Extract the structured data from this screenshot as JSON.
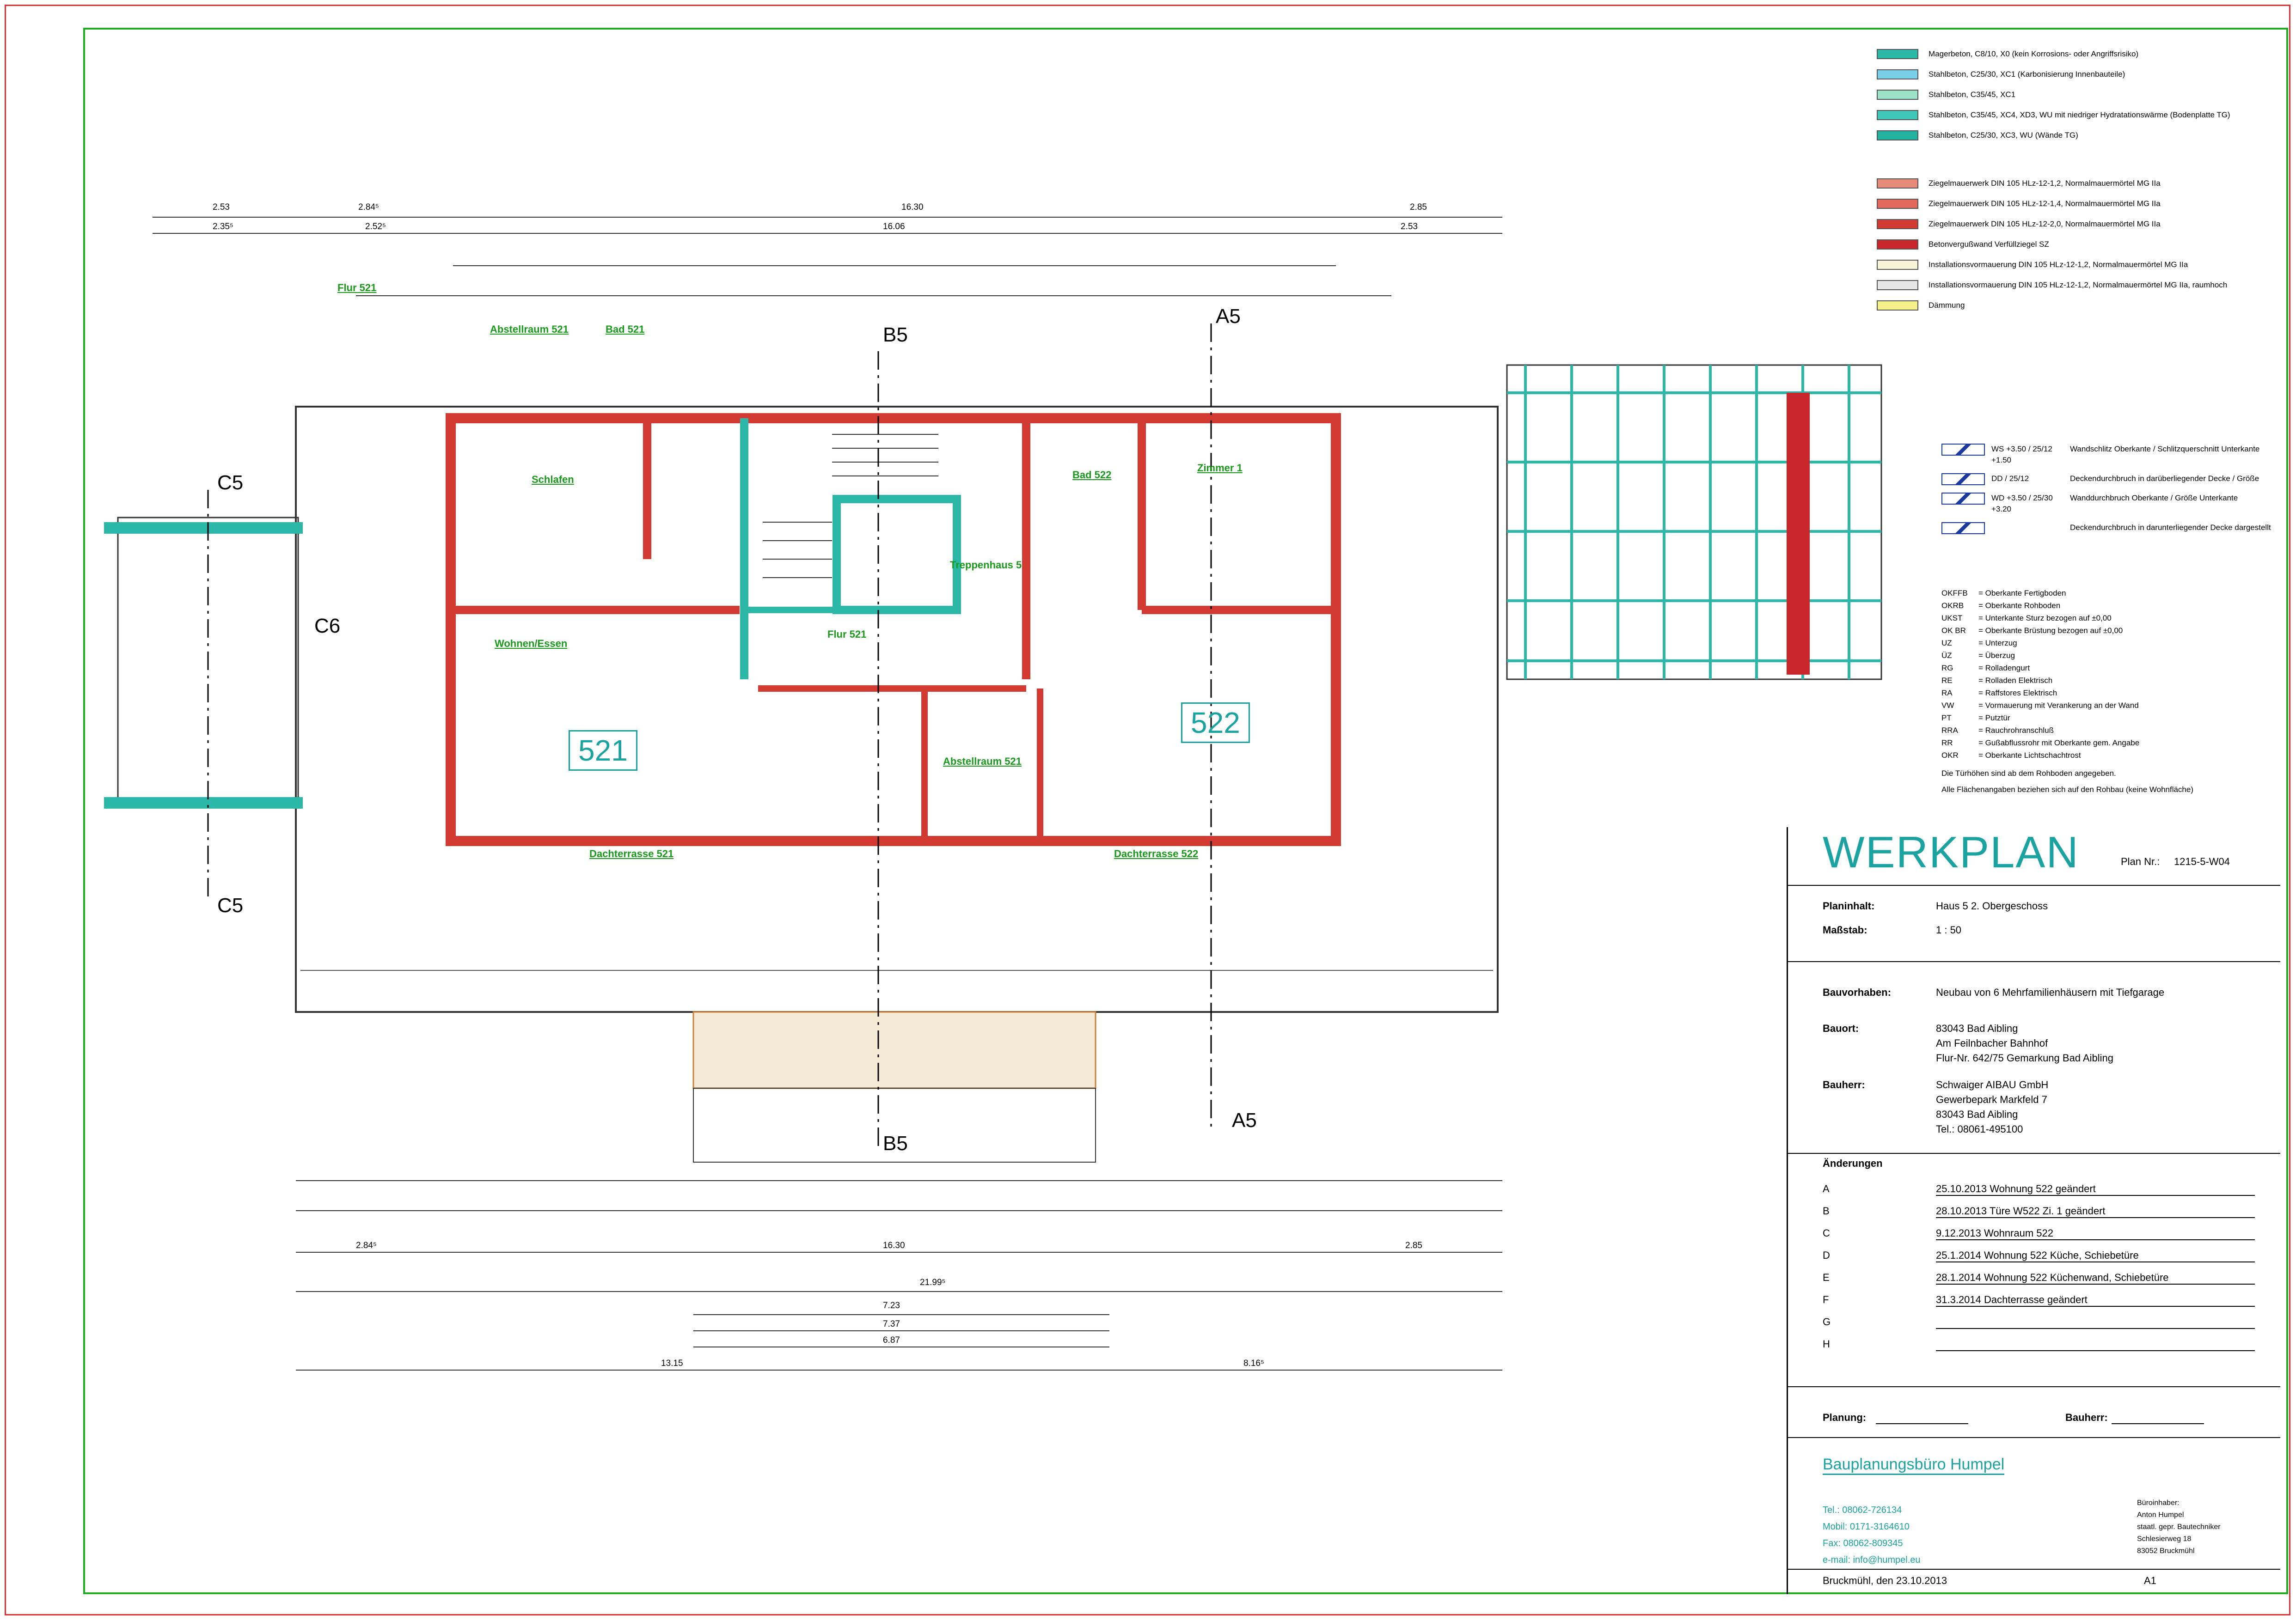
{
  "legend": {
    "materials": [
      {
        "label": "Magerbeton, C8/10, X0 (kein Korrosions- oder Angriffsrisiko)",
        "color": "#2cb8a8"
      },
      {
        "label": "Stahlbeton, C25/30, XC1 (Karbonisierung Innenbauteile)",
        "color": "#7ad0e8"
      },
      {
        "label": "Stahlbeton, C35/45, XC1",
        "color": "#9be3c8"
      },
      {
        "label": "Stahlbeton, C35/45, XC4, XD3, WU mit niedriger Hydratationswärme (Bodenplatte TG)",
        "color": "#3fc6b8"
      },
      {
        "label": "Stahlbeton, C25/30, XC3, WU (Wände TG)",
        "color": "#22b3a0"
      },
      {
        "label": "Ziegelmauerwerk DIN 105 HLz-12-1,2, Normalmauermörtel MG IIa",
        "color": "#e88a7a"
      },
      {
        "label": "Ziegelmauerwerk DIN 105 HLz-12-1,4, Normalmauermörtel MG IIa",
        "color": "#e36a5a"
      },
      {
        "label": "Ziegelmauerwerk DIN 105 HLz-12-2,0, Normalmauermörtel MG IIa",
        "color": "#d33a32"
      },
      {
        "label": "Betonvergußwand Verfüllziegel SZ",
        "color": "#c8262a"
      },
      {
        "label": "Installationsvormauerung DIN 105 HLz-12-1,2, Normalmauermörtel MG IIa",
        "color": "#f8f3d8"
      },
      {
        "label": "Installationsvormauerung DIN 105 HLz-12-1,2, Normalmauermörtel MG IIa, raumhoch",
        "color": "#e6e6e6"
      },
      {
        "label": "Dämmung",
        "color": "#f6f08a"
      }
    ],
    "openings": [
      {
        "code": "WS +3.50 / 25/12 +1.50",
        "text": "Wandschlitz Oberkante / Schlitzquerschnitt Unterkante"
      },
      {
        "code": "DD / 25/12",
        "text": "Deckendurchbruch in darüberliegender Decke / Größe"
      },
      {
        "code": "WD +3.50 / 25/30 +3.20",
        "text": "Wanddurchbruch Oberkante / Größe Unterkante"
      },
      {
        "code": "",
        "text": "Deckendurchbruch in darunterliegender Decke dargestellt"
      }
    ],
    "abbreviations": [
      {
        "k": "OKFFB",
        "v": "= Oberkante Fertigboden"
      },
      {
        "k": "OKRB",
        "v": "= Oberkante Rohboden"
      },
      {
        "k": "UKST",
        "v": "= Unterkante Sturz bezogen auf ±0,00"
      },
      {
        "k": "OK BR",
        "v": "= Oberkante Brüstung bezogen auf ±0,00"
      },
      {
        "k": "UZ",
        "v": "= Unterzug"
      },
      {
        "k": "ÜZ",
        "v": "= Überzug"
      },
      {
        "k": "RG",
        "v": "= Rolladengurt"
      },
      {
        "k": "RE",
        "v": "= Rolladen Elektrisch"
      },
      {
        "k": "RA",
        "v": "= Raffstores Elektrisch"
      },
      {
        "k": "VW",
        "v": "= Vormauerung mit Verankerung an der Wand"
      },
      {
        "k": "PT",
        "v": "= Putztür"
      },
      {
        "k": "RRA",
        "v": "= Rauchrohranschluß"
      },
      {
        "k": "RR",
        "v": "= Gußabflussrohr mit Oberkante gem. Angabe"
      },
      {
        "k": "OKR",
        "v": "= Oberkante Lichtschachtrost"
      }
    ],
    "notes": [
      "Die Türhöhen sind ab dem Rohboden angegeben.",
      "Alle Flächenangaben beziehen sich auf den Rohbau (keine Wohnfläche)"
    ]
  },
  "titleblock": {
    "title": "WERKPLAN",
    "plan_nr_label": "Plan Nr.:",
    "plan_nr": "1215-5-W04",
    "planinhalt_label": "Planinhalt:",
    "planinhalt": "Haus 5  2. Obergeschoss",
    "massstab_label": "Maßstab:",
    "massstab": "1 : 50",
    "bauvorhaben_label": "Bauvorhaben:",
    "bauvorhaben": "Neubau von 6 Mehrfamilienhäusern mit Tiefgarage",
    "bauort_label": "Bauort:",
    "bauort": [
      "83043 Bad Aibling",
      "Am Feilnbacher Bahnhof",
      "Flur-Nr. 642/75 Gemarkung Bad Aibling"
    ],
    "bauherr_label": "Bauherr:",
    "bauherr": [
      "Schwaiger AIBAU GmbH",
      "Gewerbepark Markfeld 7",
      "83043 Bad Aibling",
      "Tel.: 08061-495100"
    ],
    "aenderungen_label": "Änderungen",
    "changes": [
      {
        "letter": "A",
        "text": "25.10.2013 Wohnung 522 geändert"
      },
      {
        "letter": "B",
        "text": "28.10.2013 Türe W522 Zi. 1 geändert"
      },
      {
        "letter": "C",
        "text": "9.12.2013 Wohnraum 522"
      },
      {
        "letter": "D",
        "text": "25.1.2014 Wohnung 522 Küche, Schiebetüre"
      },
      {
        "letter": "E",
        "text": "28.1.2014 Wohnung 522 Küchenwand, Schiebetüre"
      },
      {
        "letter": "F",
        "text": "31.3.2014 Dachterrasse geändert"
      },
      {
        "letter": "G",
        "text": ""
      },
      {
        "letter": "H",
        "text": ""
      }
    ],
    "planung_label": "Planung:",
    "bauherr_sign_label": "Bauherr:",
    "company": "Bauplanungsbüro Humpel",
    "contact": [
      "Tel.: 08062-726134",
      "Mobil: 0171-3164610",
      "Fax: 08062-809345",
      "e-mail: info@humpel.eu"
    ],
    "owner": [
      "Büroinhaber:",
      "Anton Humpel",
      "staatl. gepr. Bautechniker",
      "Schlesierweg 18",
      "83052 Bruckmühl"
    ],
    "place_date": "Bruckmühl, den 23.10.2013",
    "sheet_size": "A1"
  },
  "plan": {
    "rooms": [
      {
        "name": "Flur 521"
      },
      {
        "name": "Abstellraum 521"
      },
      {
        "name": "Bad 521"
      },
      {
        "name": "Schlafen"
      },
      {
        "name": "Wohnen/Essen"
      },
      {
        "name": "Treppenhaus 5"
      },
      {
        "name": "Bad 522"
      },
      {
        "name": "Zimmer 1"
      },
      {
        "name": "Dachterrasse 521"
      },
      {
        "name": "Dachterrasse 522"
      },
      {
        "name": "Abstellraum 521"
      },
      {
        "name": "Flur 521"
      }
    ],
    "units": [
      "521",
      "522"
    ],
    "sections": [
      "B5",
      "A5",
      "C5",
      "C6",
      "C5",
      "B5",
      "A5"
    ],
    "dims_top": [
      "2.53",
      "2.84⁵",
      "16.30",
      "2.85",
      "2.35⁵",
      "2.52⁵",
      "16.06",
      "2.53"
    ],
    "dims_bottom": [
      "2.84⁵",
      "16.30",
      "2.85",
      "21.99⁵",
      "7.23",
      "7.37",
      "6.87",
      "13.15",
      "8.16⁵"
    ]
  }
}
